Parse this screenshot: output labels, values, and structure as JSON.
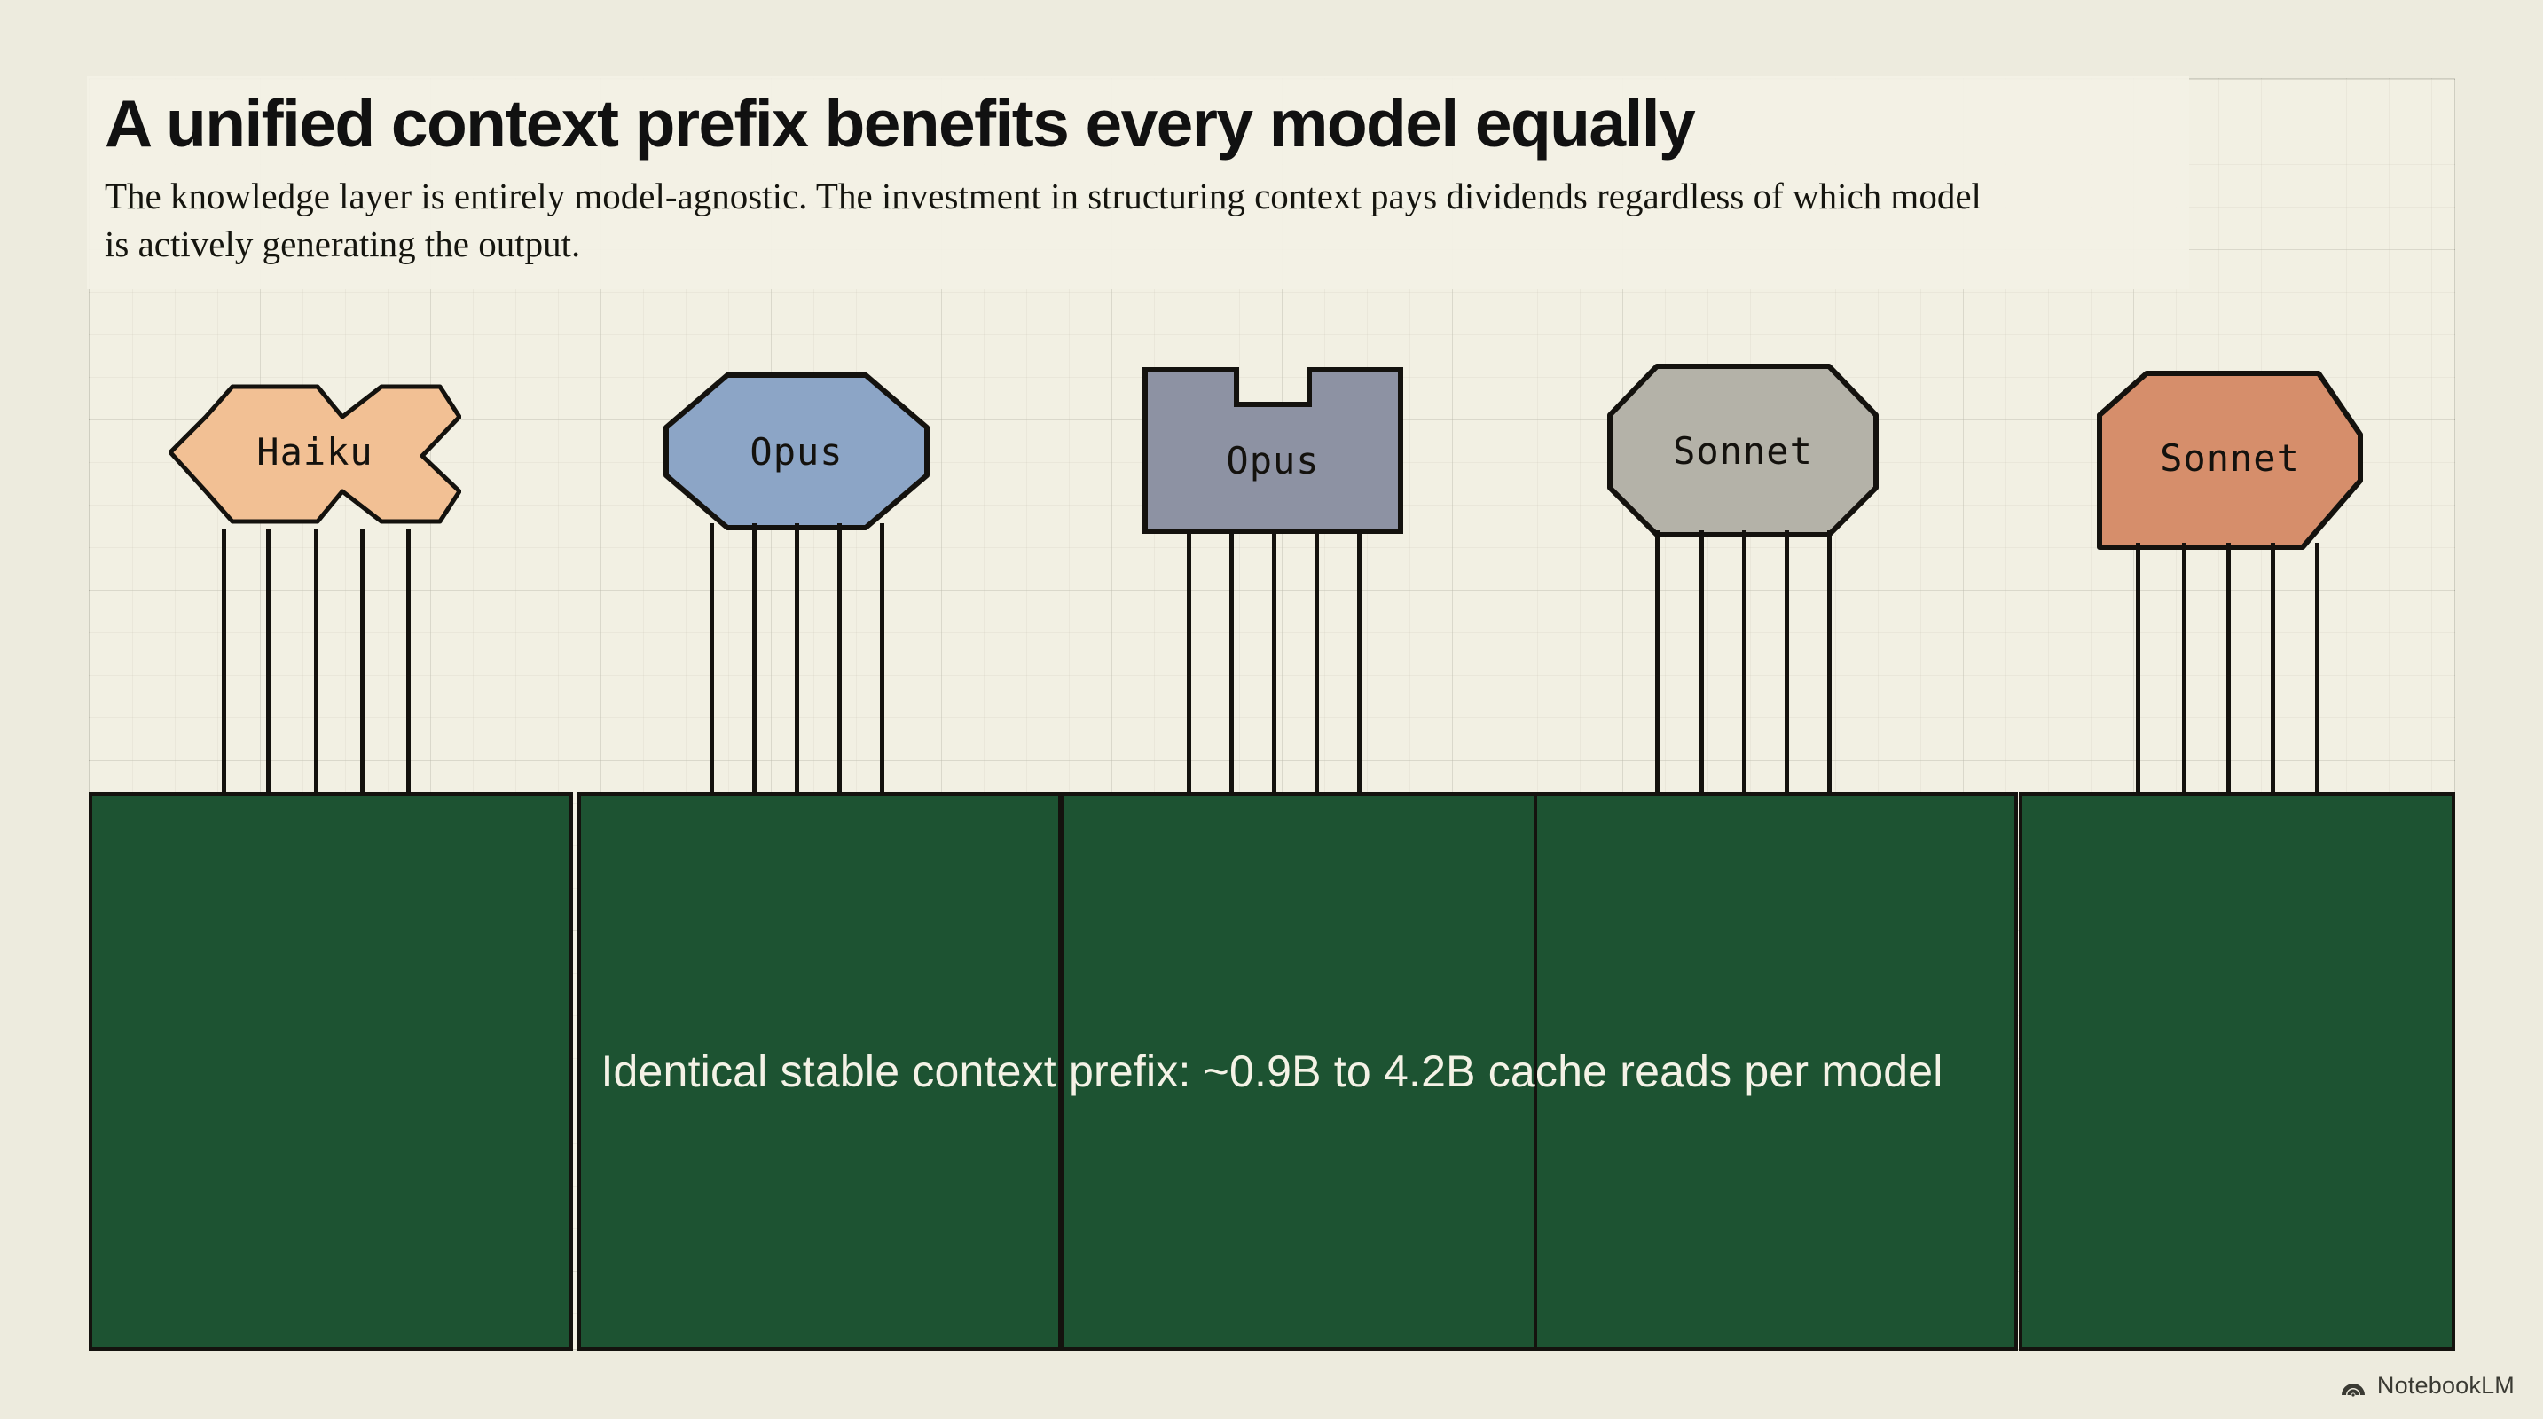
{
  "header": {
    "title": "A unified context prefix benefits every model equally",
    "subtitle": "The knowledge layer is entirely model-agnostic. The investment in structuring context pays dividends regardless of which model is actively generating the output."
  },
  "models": [
    {
      "label": "Haiku",
      "fill": "#F2C094",
      "shape": "cross-notched"
    },
    {
      "label": "Opus",
      "fill": "#8CA5C6",
      "shape": "octagon"
    },
    {
      "label": "Opus",
      "fill": "#8D92A3",
      "shape": "top-notch-rect"
    },
    {
      "label": "Sonnet",
      "fill": "#B4B2A8",
      "shape": "octagon-wide"
    },
    {
      "label": "Sonnet",
      "fill": "#D68E6B",
      "shape": "angled-polygon"
    }
  ],
  "prefix_band": {
    "caption": "Identical stable context prefix: ~0.9B to 4.2B cache reads per model",
    "fill": "#1D5332",
    "block_count": 5
  },
  "watermark": {
    "text": "NotebookLM",
    "icon": "notebooklm-icon"
  },
  "theme": {
    "paper": "#EDEBDE",
    "panel": "#F2F0E3",
    "ink": "#14120E",
    "title_color": "#111111",
    "caption_color": "#F4F2E6"
  }
}
